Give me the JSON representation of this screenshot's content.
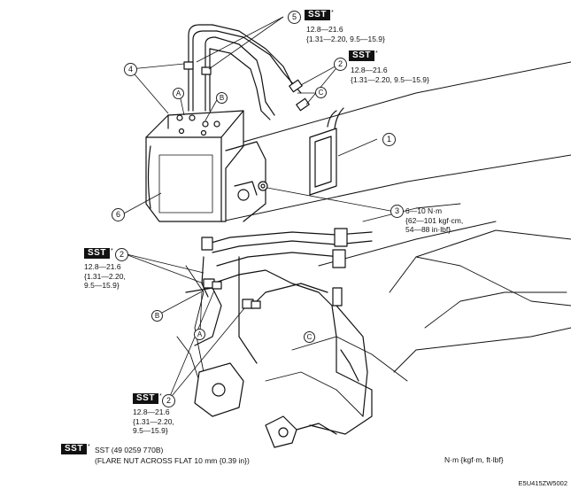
{
  "callouts": {
    "c1": "1",
    "c2": "2",
    "c3": "3",
    "c4": "4",
    "c5": "5",
    "c6": "6",
    "A": "A",
    "B": "B",
    "C": "C"
  },
  "sst_label": "SST",
  "sst_star": "*",
  "torque": {
    "t5": [
      "12.8—21.6",
      "{1.31—2.20, 9.5—15.9}"
    ],
    "t2_top": [
      "12.8—21.6",
      "{1.31—2.20, 9.5—15.9}"
    ],
    "t3": [
      "6—10 N·m",
      "{62—101 kgf·cm,",
      "54—88 in·lbf}"
    ],
    "t2_left": [
      "12.8—21.6",
      "{1.31—2.20,",
      "9.5—15.9}"
    ],
    "t2_bottom": [
      "12.8—21.6",
      "{1.31—2.20,",
      "9.5—15.9}"
    ]
  },
  "footnote": {
    "line1": "SST (49 0259 770B)",
    "line2": "(FLARE NUT ACROSS FLAT 10 mm {0.39 in})"
  },
  "units": "N·m {kgf·m, ft·lbf}",
  "figure_code": "E5U415ZW5002"
}
